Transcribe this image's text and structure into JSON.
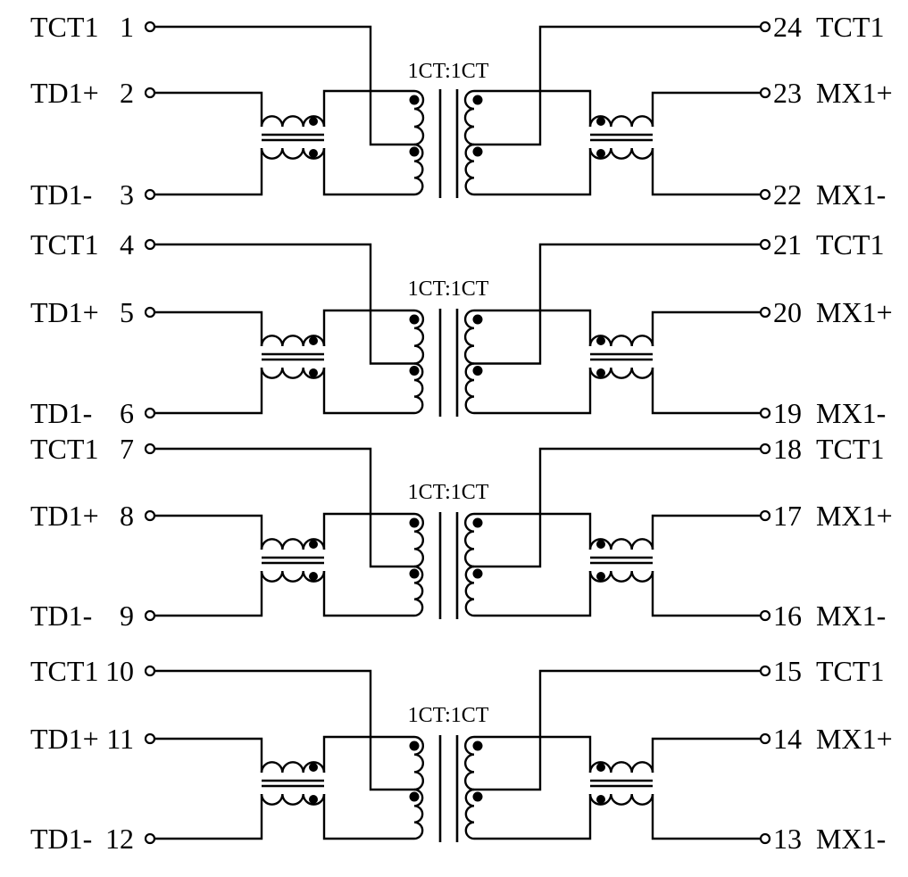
{
  "channels": [
    {
      "ratio": "1CT:1CT",
      "left": [
        {
          "label": "TCT1",
          "pin": "1"
        },
        {
          "label": "TD1+",
          "pin": "2"
        },
        {
          "label": "TD1-",
          "pin": "3"
        }
      ],
      "right": [
        {
          "label": "TCT1",
          "pin": "24"
        },
        {
          "label": "MX1+",
          "pin": "23"
        },
        {
          "label": "MX1-",
          "pin": "22"
        }
      ]
    },
    {
      "ratio": "1CT:1CT",
      "left": [
        {
          "label": "TCT1",
          "pin": "4"
        },
        {
          "label": "TD1+",
          "pin": "5"
        },
        {
          "label": "TD1-",
          "pin": "6"
        }
      ],
      "right": [
        {
          "label": "TCT1",
          "pin": "21"
        },
        {
          "label": "MX1+",
          "pin": "20"
        },
        {
          "label": "MX1-",
          "pin": "19"
        }
      ]
    },
    {
      "ratio": "1CT:1CT",
      "left": [
        {
          "label": "TCT1",
          "pin": "7"
        },
        {
          "label": "TD1+",
          "pin": "8"
        },
        {
          "label": "TD1-",
          "pin": "9"
        }
      ],
      "right": [
        {
          "label": "TCT1",
          "pin": "18"
        },
        {
          "label": "MX1+",
          "pin": "17"
        },
        {
          "label": "MX1-",
          "pin": "16"
        }
      ]
    },
    {
      "ratio": "1CT:1CT",
      "left": [
        {
          "label": "TCT1",
          "pin": "10"
        },
        {
          "label": "TD1+",
          "pin": "11"
        },
        {
          "label": "TD1-",
          "pin": "12"
        }
      ],
      "right": [
        {
          "label": "TCT1",
          "pin": "15"
        },
        {
          "label": "MX1+",
          "pin": "14"
        },
        {
          "label": "MX1-",
          "pin": "13"
        }
      ]
    }
  ]
}
